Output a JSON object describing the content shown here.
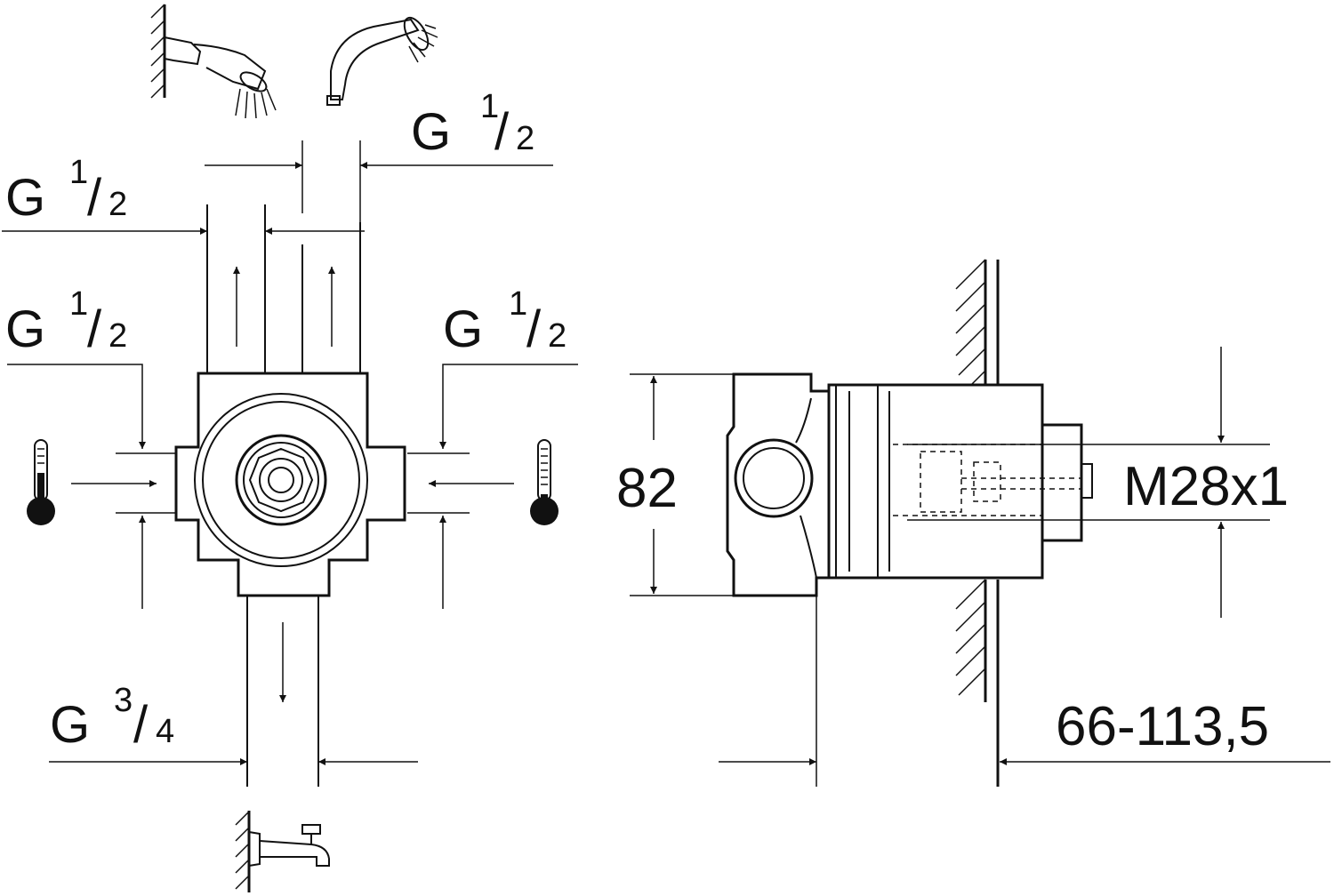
{
  "front_view": {
    "outlet_top_left": {
      "g": "G",
      "num": "1",
      "slash": "/",
      "den": "2"
    },
    "outlet_top_right": {
      "g": "G",
      "num": "1",
      "slash": "/",
      "den": "2"
    },
    "inlet_left": {
      "g": "G",
      "num": "1",
      "slash": "/",
      "den": "2"
    },
    "inlet_right": {
      "g": "G",
      "num": "1",
      "slash": "/",
      "den": "2"
    },
    "outlet_bottom": {
      "g": "G",
      "num": "3",
      "slash": "/",
      "den": "4"
    },
    "icons": [
      "wall-shower-head-icon",
      "hand-shower-icon",
      "hot-thermometer-icon",
      "cold-thermometer-icon",
      "bath-spout-icon"
    ]
  },
  "side_view": {
    "height": "82",
    "thread": "M28x1",
    "depth_range": "66-113,5"
  }
}
